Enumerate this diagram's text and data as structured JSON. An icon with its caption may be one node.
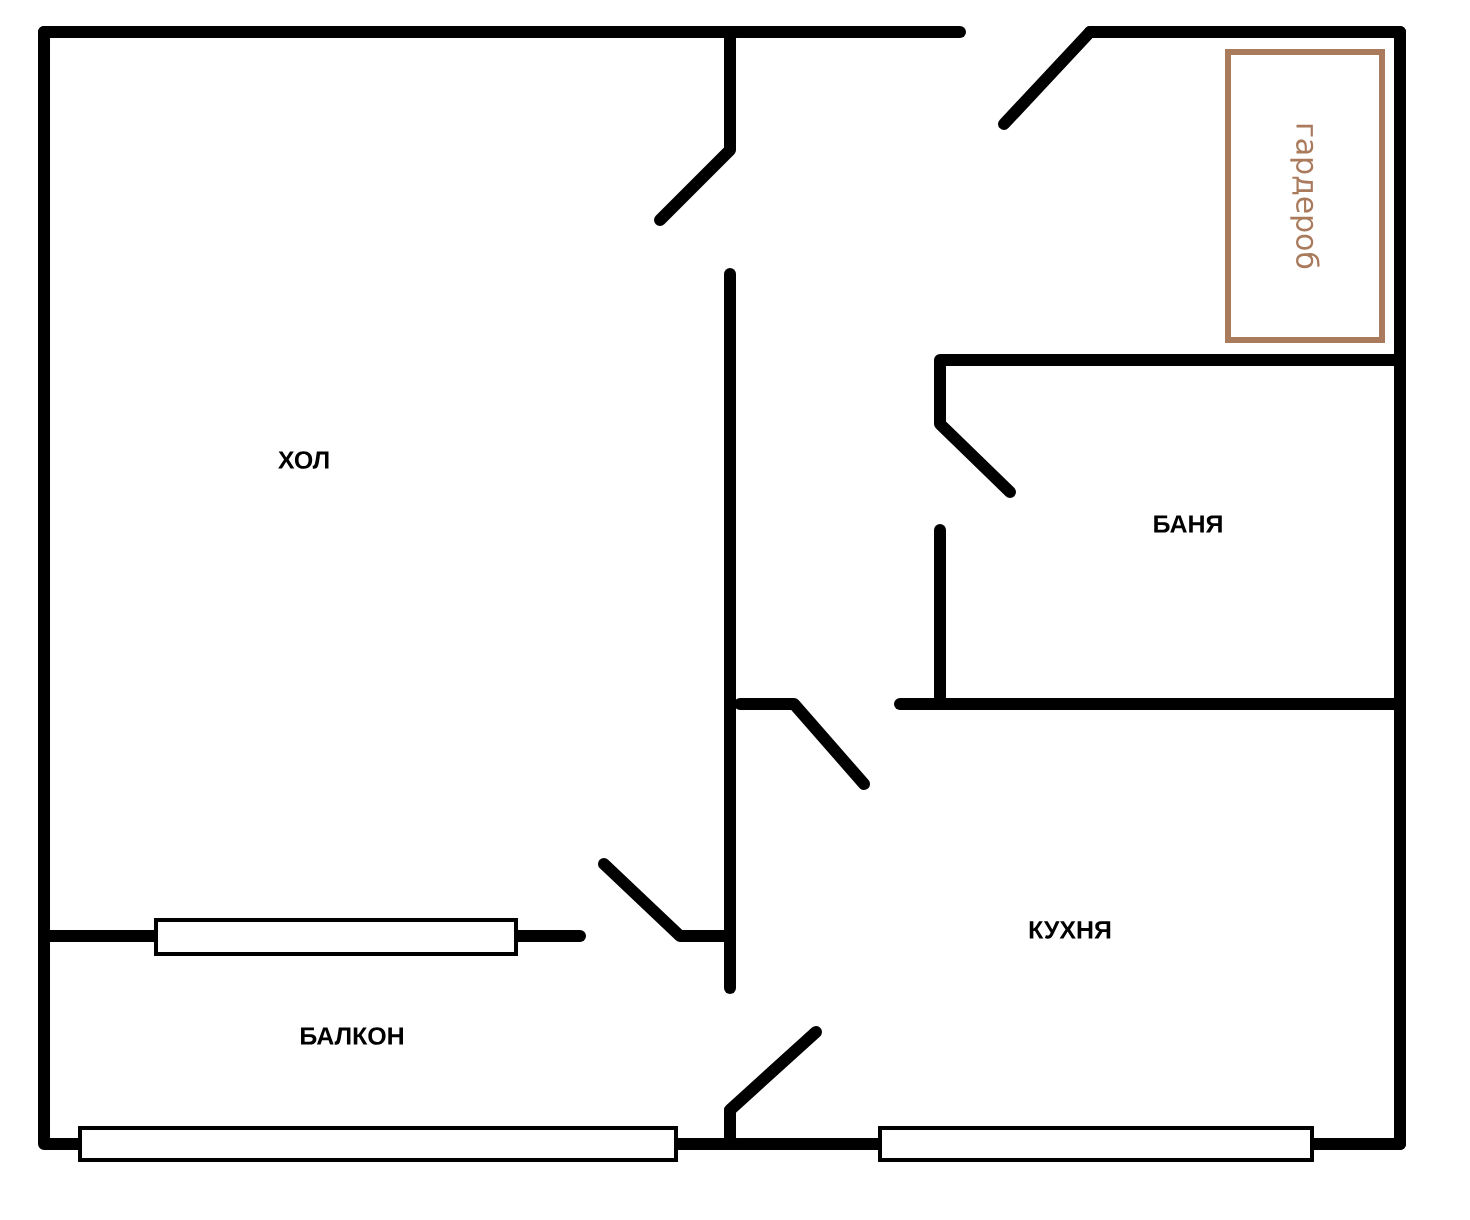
{
  "diagram": {
    "nodes": [
      {
        "text": [
          "гардероб"
        ]
      }
    ],
    "labels": [
      "ХОЛ",
      "БАНЯ",
      "КУХНЯ",
      "БАЛКОН"
    ]
  }
}
